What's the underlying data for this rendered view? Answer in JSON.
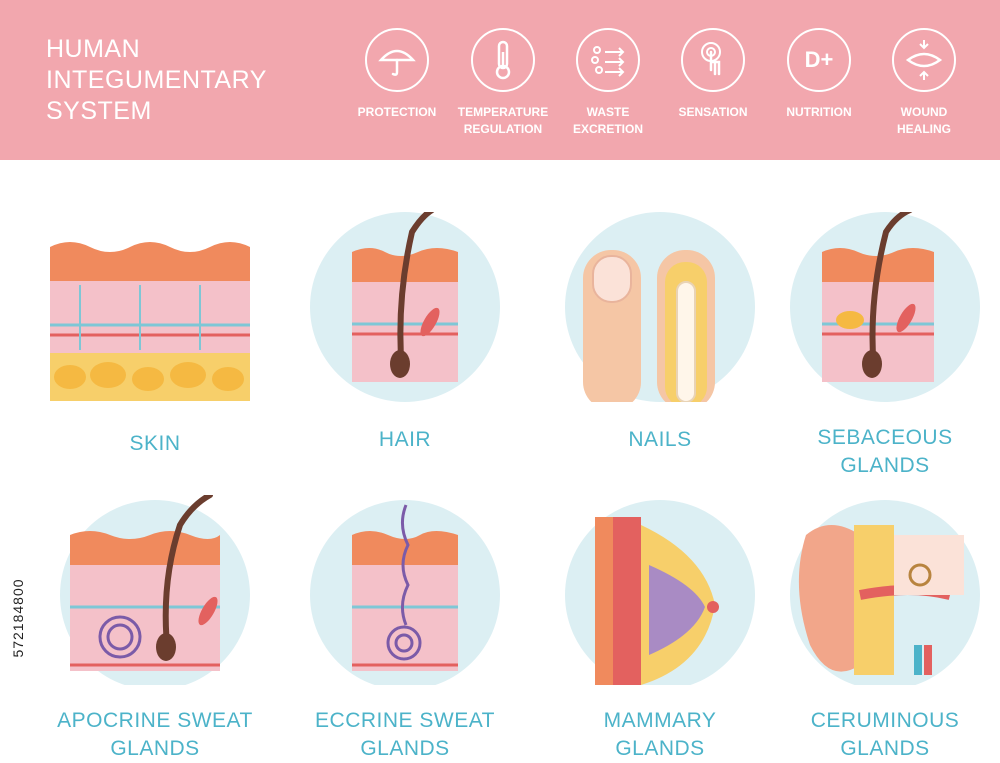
{
  "title_lines": [
    "HUMAN",
    "INTEGUMENTARY",
    "SYSTEM"
  ],
  "functions": [
    {
      "label": "PROTECTION",
      "icon": "umbrella-icon"
    },
    {
      "label": "TEMPERATURE\nREGULATION",
      "icon": "thermometer-icon"
    },
    {
      "label": "WASTE\nEXCRETION",
      "icon": "excretion-icon"
    },
    {
      "label": "SENSATION",
      "icon": "touch-icon"
    },
    {
      "label": "NUTRITION",
      "icon": "vitamin-d-icon",
      "icon_text": "D+"
    },
    {
      "label": "WOUND\nHEALING",
      "icon": "wound-healing-icon"
    }
  ],
  "structures": [
    {
      "label": "SKIN"
    },
    {
      "label": "HAIR"
    },
    {
      "label": "NAILS"
    },
    {
      "label": "SEBACEOUS\nGLANDS"
    },
    {
      "label": "APOCRINE SWEAT\nGLANDS"
    },
    {
      "label": "ECCRINE SWEAT\nGLANDS"
    },
    {
      "label": "MAMMARY\nGLANDS"
    },
    {
      "label": "CERUMINOUS\nGLANDS"
    }
  ],
  "stock_id": "572184800",
  "colors": {
    "header": "#f2a7ae",
    "caption": "#4cb3c9",
    "circle": "#dceff3"
  }
}
